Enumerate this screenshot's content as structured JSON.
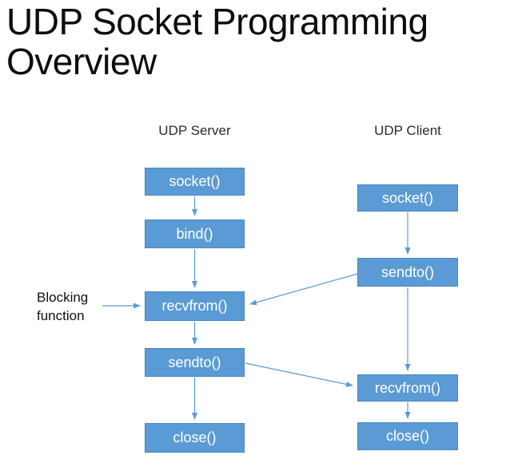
{
  "title": "UDP Socket Programming Overview",
  "columns": [
    {
      "header": "UDP Server",
      "boxes": [
        "socket()",
        "bind()",
        "recvfrom()",
        "sendto()",
        "close()"
      ]
    },
    {
      "header": "UDP Client",
      "boxes": [
        "socket()",
        "sendto()",
        "recvfrom()",
        "close()"
      ]
    }
  ],
  "annotation": {
    "label": "Blocking function"
  },
  "colors": {
    "box_fill": "#5b9bd5",
    "box_border": "#4a86be",
    "box_text": "#ffffff",
    "connector": "#5b9bd5",
    "title_text": "#0d0d0d",
    "label_text": "#111111"
  }
}
